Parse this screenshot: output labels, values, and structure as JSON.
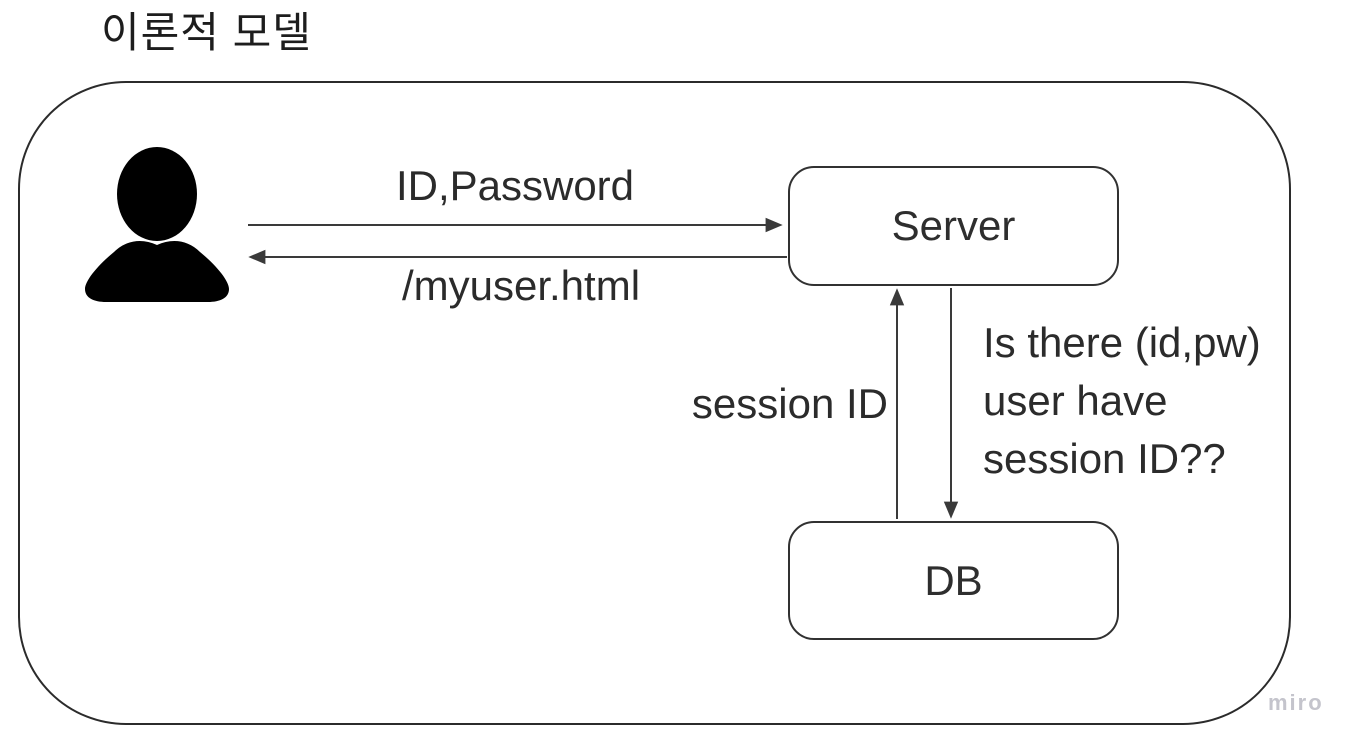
{
  "title": "이론적 모델",
  "watermark": "miro",
  "colors": {
    "background": "#ffffff",
    "stroke": "#2d2d2d",
    "text": "#2b2b2b",
    "icon_fill": "#000000",
    "watermark_text": "#c4c4cc"
  },
  "nodes": {
    "user": {
      "icon": "person-icon"
    },
    "server": {
      "label": "Server"
    },
    "db": {
      "label": "DB"
    }
  },
  "edges": {
    "user_to_server": {
      "label": "ID,Password",
      "direction": "right"
    },
    "server_to_user": {
      "label": "/myuser.html",
      "direction": "left"
    },
    "db_to_server": {
      "label": "session ID",
      "direction": "up"
    },
    "server_to_db": {
      "label_line1": "Is there (id,pw)",
      "label_line2": "user have",
      "label_line3": "session ID??",
      "direction": "down"
    }
  }
}
